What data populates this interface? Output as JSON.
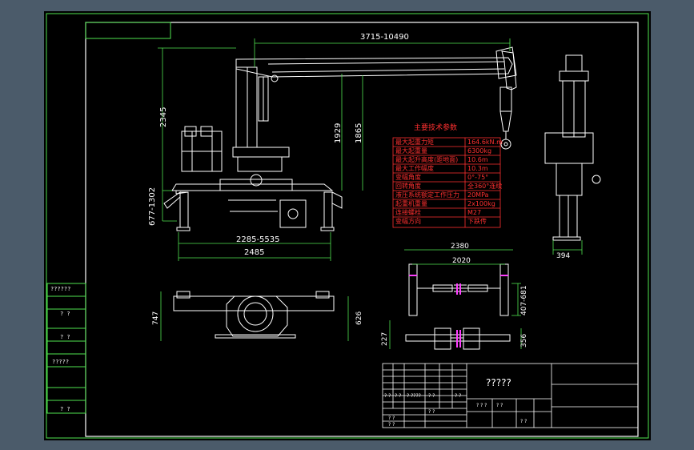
{
  "colors": {
    "frame": "#4fe34f",
    "line": "#ffffff",
    "dim": "#4fe34f",
    "red": "#ff2020",
    "magenta": "#ff40ff",
    "bg": "#000000"
  },
  "dims": {
    "reach": "3715-10490",
    "height_total": "2345",
    "h1929": "1929",
    "h1865": "1865",
    "leg_span": "677-1302",
    "out_span": "2285-5535",
    "width_2485": "2485",
    "w2380": "2380",
    "w2020": "2020",
    "h407": "407-681",
    "w394": "394",
    "h747": "747",
    "h626": "626",
    "h227": "227",
    "h356": "356"
  },
  "params": {
    "title": "主要技术参数",
    "rows": [
      [
        "最大起重力矩",
        "164.6kN.m"
      ],
      [
        "最大起重量",
        "6300kg"
      ],
      [
        "最大起升高度(距地面)",
        "10.6m"
      ],
      [
        "最大工作幅度",
        "10.3m"
      ],
      [
        "变幅角度",
        "0°-75°"
      ],
      [
        "回转角度",
        "全360°连续"
      ],
      [
        "液压系统额定工作压力",
        "20MPa"
      ],
      [
        "起重机重量",
        "2x100kg"
      ],
      [
        "连接螺栓",
        "M27"
      ],
      [
        "变幅方向",
        "下跌传"
      ]
    ]
  },
  "left_labels": [
    "??????",
    "? ?",
    "? ?",
    "?????",
    "? ?"
  ],
  "titleblock": {
    "title": "?????",
    "cells": [
      "? ?",
      "? ?",
      "? ????",
      "? ?",
      "? ?",
      "? ?",
      "? ?",
      "? ?",
      "? ? ?",
      "? ?",
      "? ?"
    ]
  }
}
